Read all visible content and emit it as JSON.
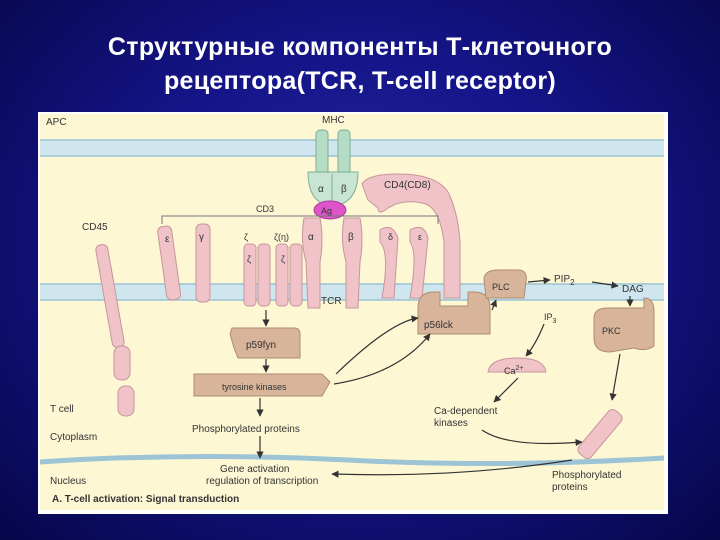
{
  "slide": {
    "title_line1": "Структурные компоненты Т-клеточного",
    "title_line2": "рецептора(TCR, T-cell receptor)"
  },
  "diagram": {
    "apc": "APC",
    "mhc": "MHC",
    "mhc_alpha": "α",
    "mhc_beta": "β",
    "antigen": "Ag",
    "cd4cd8": "CD4(CD8)",
    "cd3": "CD3",
    "cd45": "CD45",
    "tcr_alpha": "α",
    "tcr_beta": "β",
    "cd3_epsilon_left": "ε",
    "cd3_gamma": "γ",
    "zeta_1": "ζ",
    "zeta_eta": "ζ(η)",
    "zeta_2": "ζ",
    "zeta_3": "ζ",
    "cd3_delta": "δ",
    "cd3_epsilon_right": "ε",
    "tcr": "TCR",
    "plc": "PLC",
    "pip2": "PIP",
    "pip2_sub": "2",
    "dag": "DAG",
    "ip3": "IP",
    "ip3_sub": "3",
    "p56lck": "p56lck",
    "p59fyn": "p59fyn",
    "pkc": "PKC",
    "tyrosine_kinases": "tyrosine kinases",
    "ca": "Ca",
    "ca_sup": "2+",
    "t_cell": "T cell",
    "cytoplasm": "Cytoplasm",
    "phosphorylated_proteins": "Phosphorylated proteins",
    "ca_dependent_line1": "Ca-dependent",
    "ca_dependent_line2": "kinases",
    "nucleus": "Nucleus",
    "gene_activation_line1": "Gene activation",
    "gene_activation_line2": "regulation of transcription",
    "phosphorylated_proteins2_line1": "Phosphorylated",
    "phosphorylated_proteins2_line2": "proteins",
    "caption": "A. T-cell activation: Signal transduction"
  },
  "colors": {
    "background": "#15158a",
    "panel": "#fdf7d4",
    "membrane": "#cfe6ee",
    "membrane_line": "#9cc4d4",
    "protein_pink": "#efc3c8",
    "protein_stroke": "#c7959c",
    "mhc_green": "#b5dcc4",
    "antigen": "#dd55c8",
    "kinase_tan": "#d7b49a",
    "arrow": "#333333"
  }
}
